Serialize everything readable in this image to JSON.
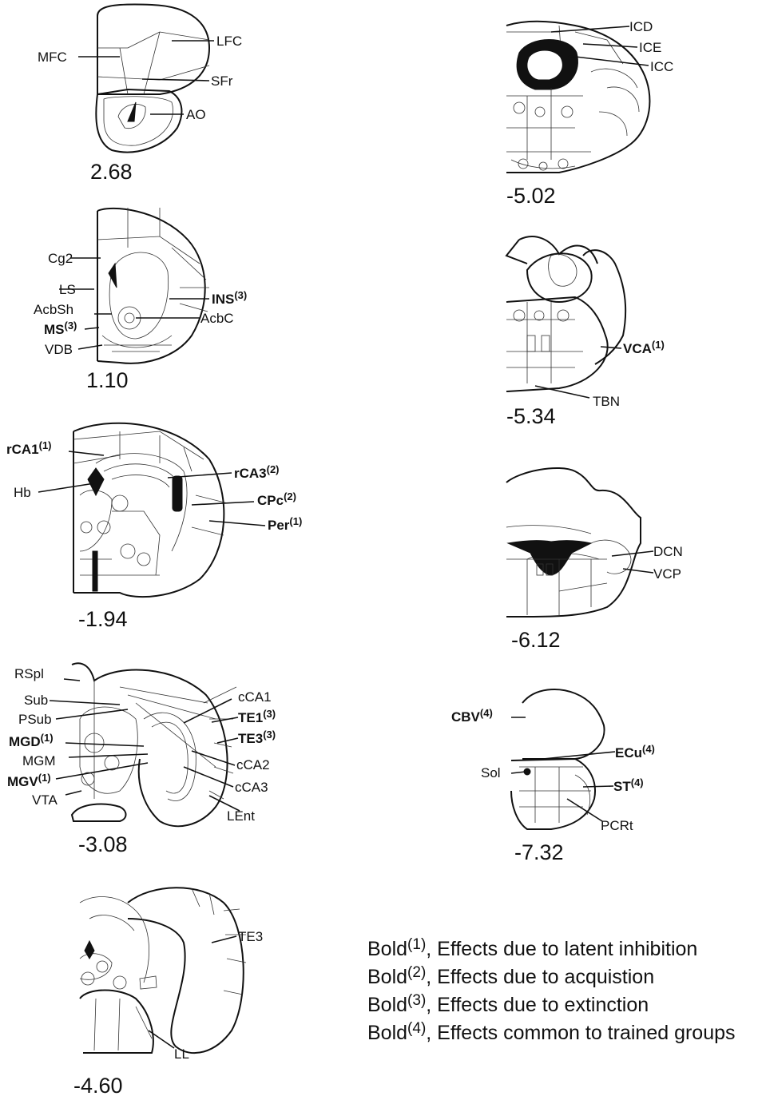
{
  "sections": [
    {
      "id": "s1",
      "coordinate": "2.68",
      "labels": [
        {
          "text": "MFC",
          "bold": false,
          "sup": ""
        },
        {
          "text": "LFC",
          "bold": false,
          "sup": ""
        },
        {
          "text": "SFr",
          "bold": false,
          "sup": ""
        },
        {
          "text": "AO",
          "bold": false,
          "sup": ""
        }
      ]
    },
    {
      "id": "s2",
      "coordinate": "1.10",
      "labels": [
        {
          "text": "Cg2",
          "bold": false,
          "sup": ""
        },
        {
          "text": "LS",
          "bold": false,
          "sup": ""
        },
        {
          "text": "AcbSh",
          "bold": false,
          "sup": ""
        },
        {
          "text": "MS",
          "bold": true,
          "sup": "(3)"
        },
        {
          "text": "VDB",
          "bold": false,
          "sup": ""
        },
        {
          "text": "INS",
          "bold": true,
          "sup": "(3)"
        },
        {
          "text": "AcbC",
          "bold": false,
          "sup": ""
        }
      ]
    },
    {
      "id": "s3",
      "coordinate": "-1.94",
      "labels": [
        {
          "text": "rCA1",
          "bold": true,
          "sup": "(1)"
        },
        {
          "text": "Hb",
          "bold": false,
          "sup": ""
        },
        {
          "text": "rCA3",
          "bold": true,
          "sup": "(2)"
        },
        {
          "text": "CPc",
          "bold": true,
          "sup": "(2)"
        },
        {
          "text": "Per",
          "bold": true,
          "sup": "(1)"
        }
      ]
    },
    {
      "id": "s4",
      "coordinate": "-3.08",
      "labels": [
        {
          "text": "RSpl",
          "bold": false,
          "sup": ""
        },
        {
          "text": "Sub",
          "bold": false,
          "sup": ""
        },
        {
          "text": "PSub",
          "bold": false,
          "sup": ""
        },
        {
          "text": "MGD",
          "bold": true,
          "sup": "(1)"
        },
        {
          "text": "MGM",
          "bold": false,
          "sup": ""
        },
        {
          "text": "MGV",
          "bold": true,
          "sup": "(1)"
        },
        {
          "text": "VTA",
          "bold": false,
          "sup": ""
        },
        {
          "text": "cCA1",
          "bold": false,
          "sup": ""
        },
        {
          "text": "TE1",
          "bold": true,
          "sup": "(3)"
        },
        {
          "text": "TE3",
          "bold": true,
          "sup": "(3)"
        },
        {
          "text": "cCA2",
          "bold": false,
          "sup": ""
        },
        {
          "text": "cCA3",
          "bold": false,
          "sup": ""
        },
        {
          "text": "LEnt",
          "bold": false,
          "sup": ""
        }
      ]
    },
    {
      "id": "s5",
      "coordinate": "-4.60",
      "labels": [
        {
          "text": "TE3",
          "bold": false,
          "sup": ""
        },
        {
          "text": "LL",
          "bold": false,
          "sup": ""
        }
      ]
    },
    {
      "id": "s6",
      "coordinate": "-5.02",
      "labels": [
        {
          "text": "ICD",
          "bold": false,
          "sup": ""
        },
        {
          "text": "ICE",
          "bold": false,
          "sup": ""
        },
        {
          "text": "ICC",
          "bold": false,
          "sup": ""
        }
      ]
    },
    {
      "id": "s7",
      "coordinate": "-5.34",
      "labels": [
        {
          "text": "VCA",
          "bold": true,
          "sup": "(1)"
        },
        {
          "text": "TBN",
          "bold": false,
          "sup": ""
        }
      ]
    },
    {
      "id": "s8",
      "coordinate": "-6.12",
      "labels": [
        {
          "text": "DCN",
          "bold": false,
          "sup": ""
        },
        {
          "text": "VCP",
          "bold": false,
          "sup": ""
        }
      ]
    },
    {
      "id": "s9",
      "coordinate": "-7.32",
      "labels": [
        {
          "text": "CBV",
          "bold": true,
          "sup": "(4)"
        },
        {
          "text": "ECu",
          "bold": true,
          "sup": "(4)"
        },
        {
          "text": "Sol",
          "bold": false,
          "sup": ""
        },
        {
          "text": "ST",
          "bold": true,
          "sup": "(4)"
        },
        {
          "text": "PCRt",
          "bold": false,
          "sup": ""
        }
      ]
    }
  ],
  "legend": [
    {
      "word": "Bold",
      "sup": "(1)",
      "text": ", Effects due to latent inhibition"
    },
    {
      "word": "Bold",
      "sup": "(2)",
      "text": ", Effects due to acquistion"
    },
    {
      "word": "Bold",
      "sup": "(3)",
      "text": ", Effects due to extinction"
    },
    {
      "word": "Bold",
      "sup": "(4)",
      "text": ", Effects common to trained groups"
    }
  ]
}
